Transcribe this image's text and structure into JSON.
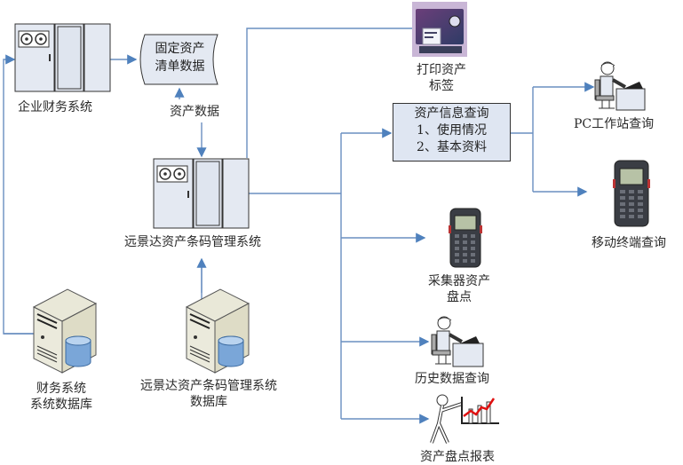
{
  "diagram": {
    "nodes": {
      "finance_system": {
        "label": "企业财务系统",
        "icon": "server-cabinet-icon"
      },
      "fixed_asset_data": {
        "lines": [
          "固定资产",
          "清单数据"
        ],
        "icon": "document-shape"
      },
      "asset_data_label": {
        "label": "资产数据"
      },
      "barcode_system": {
        "label": "远景达资产条码管理系统",
        "icon": "server-cabinet-icon"
      },
      "print_label": {
        "lines": [
          "打印资产",
          "标签"
        ],
        "icon": "label-printer-icon"
      },
      "asset_query": {
        "lines": [
          "资产信息查询",
          "1、使用情况",
          "2、基本资料"
        ]
      },
      "pc_query": {
        "label": "PC工作站查询",
        "icon": "pc-workstation-user-icon"
      },
      "mobile_query": {
        "label": "移动终端查询",
        "icon": "handheld-terminal-icon"
      },
      "collector_inventory": {
        "lines": [
          "采集器资产",
          "盘点"
        ],
        "icon": "handheld-terminal-icon"
      },
      "history_query": {
        "label": "历史数据查询",
        "icon": "pc-workstation-user-icon"
      },
      "inventory_report": {
        "label": "资产盘点报表",
        "icon": "presenter-chart-icon"
      },
      "finance_db": {
        "lines": [
          "财务系统",
          "系统数据库"
        ],
        "icon": "database-server-icon"
      },
      "barcode_db": {
        "lines": [
          "远景达资产条码管理系统",
          "数据库"
        ],
        "icon": "database-server-icon"
      }
    },
    "colors": {
      "connector": "#4f81bd",
      "cabinet_fill": "#e4e9f2",
      "query_box_fill": "#dfe6f2"
    }
  }
}
